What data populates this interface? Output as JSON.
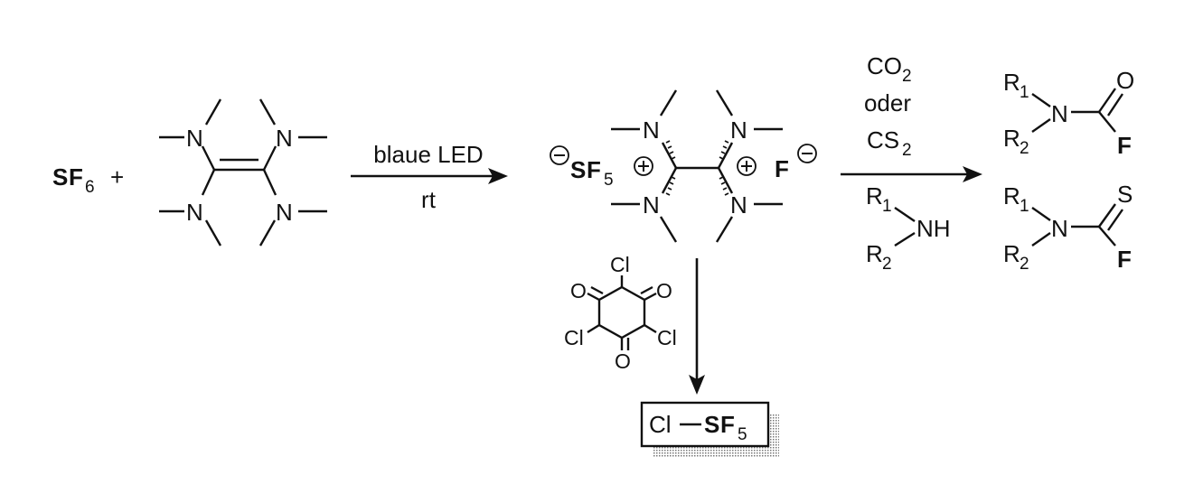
{
  "colors": {
    "sulfur": "#4a7fc1",
    "fluorine": "#f08a24",
    "ink": "#111111"
  },
  "reactant": {
    "s": "S",
    "f": "F",
    "f_count": "6",
    "plus": "+"
  },
  "donor": {
    "n": "N"
  },
  "step1": {
    "above": "blaue LED",
    "below": "rt"
  },
  "intermediate": {
    "anion_s": "S",
    "anion_f": "F",
    "anion_count": "5",
    "fluoride": "F",
    "n": "N"
  },
  "step2": {
    "reagent_1": "CO",
    "reagent_1_sub": "2",
    "or_word": "oder",
    "reagent_2": "CS",
    "reagent_2_sub": "2",
    "amine_r": "R",
    "amine_r1_sub": "1",
    "amine_r2_sub": "2",
    "amine_nh": "NH"
  },
  "products": {
    "r": "R",
    "r1_sub": "1",
    "r2_sub": "2",
    "n": "N",
    "o": "O",
    "s": "S",
    "f": "F"
  },
  "chlorinating_agent": {
    "cl": "Cl",
    "o": "O"
  },
  "final_product": {
    "cl": "Cl",
    "s": "S",
    "f": "F",
    "f_count": "5"
  }
}
